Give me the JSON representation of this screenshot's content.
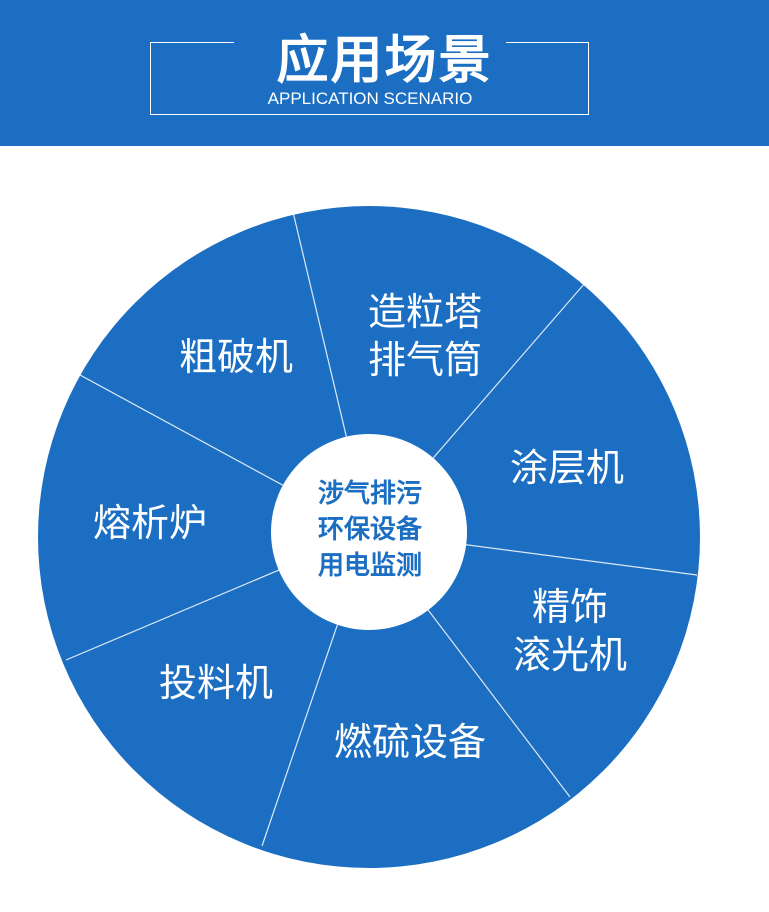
{
  "header": {
    "title": "应用场景",
    "subtitle": "APPLICATION SCENARIO"
  },
  "colors": {
    "brand": "#1b6ec2",
    "background": "#ffffff"
  },
  "center": {
    "lines": [
      "涉气排污",
      "环保设备",
      "用电监测"
    ]
  },
  "segments": [
    {
      "lines": [
        "粗破机"
      ]
    },
    {
      "lines": [
        "造粒塔",
        "排气筒"
      ]
    },
    {
      "lines": [
        "涂层机"
      ]
    },
    {
      "lines": [
        "精饰",
        "滚光机"
      ]
    },
    {
      "lines": [
        "燃硫设备"
      ]
    },
    {
      "lines": [
        "投料机"
      ]
    },
    {
      "lines": [
        "熔析炉"
      ]
    }
  ]
}
